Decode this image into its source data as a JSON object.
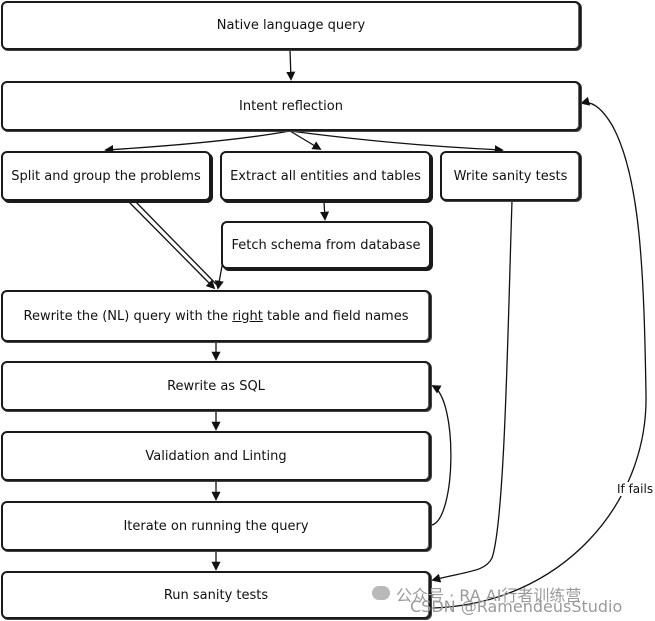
{
  "nodes": {
    "native_query": "Native language query",
    "intent_reflection": "Intent reflection",
    "split_group": "Split and group the problems",
    "extract_entities": "Extract all entities and tables",
    "write_sanity": "Write sanity tests",
    "fetch_schema": "Fetch schema from database",
    "rewrite_nl_prefix": "Rewrite the (NL) query with the",
    "rewrite_nl_emph": "right",
    "rewrite_nl_suffix": "table and field names",
    "rewrite_sql": "Rewrite as SQL",
    "validation": "Validation and Linting",
    "iterate": "Iterate on running the query",
    "run_sanity": "Run sanity tests"
  },
  "edge_labels": {
    "if_fails": "If fails"
  },
  "watermark": {
    "line1": "公众号 · RA AI行者训练营",
    "line2": "CSDN @RamendeusStudio"
  }
}
